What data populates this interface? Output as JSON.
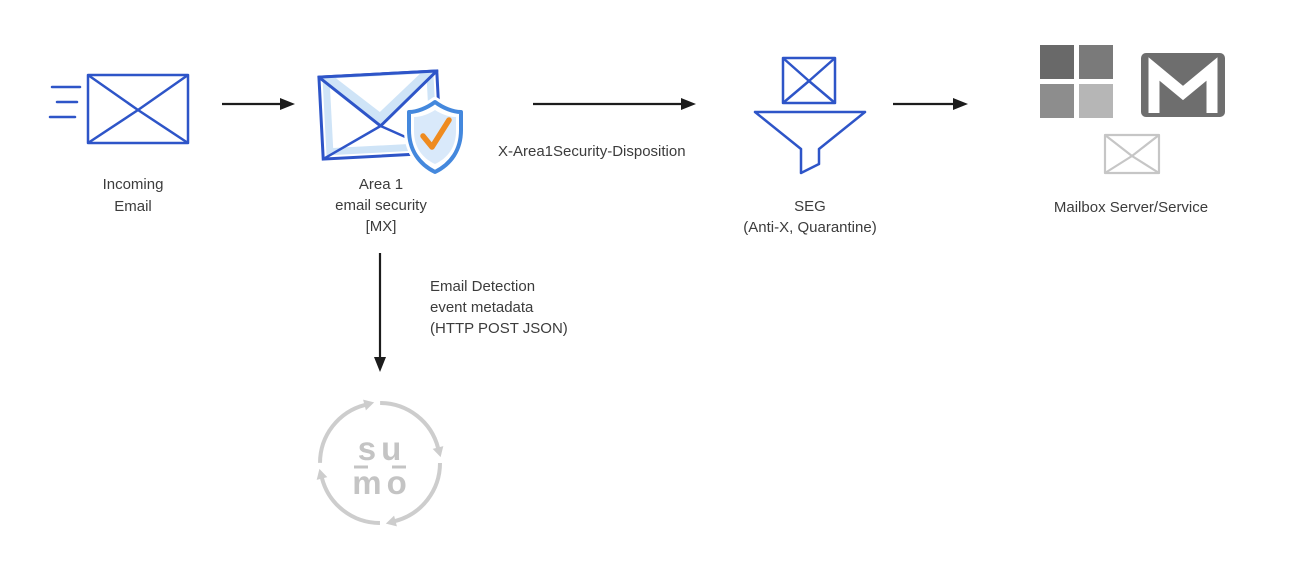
{
  "nodes": {
    "incoming_email": {
      "label_line1": "Incoming",
      "label_line2": "Email"
    },
    "area1": {
      "label_line1": "Area 1",
      "label_line2": "email security",
      "label_line3": "[MX]"
    },
    "seg": {
      "label_line1": "SEG",
      "label_line2": "(Anti-X, Quarantine)"
    },
    "mailbox": {
      "label": "Mailbox Server/Service"
    },
    "sumo_logic": {
      "wordmark_row1": "su",
      "wordmark_row2": "mo"
    }
  },
  "edges": {
    "area1_to_seg_label": "X-Area1Security-Disposition",
    "area1_to_sumo_label_line1": "Email Detection",
    "area1_to_sumo_label_line2": "event metadata",
    "area1_to_sumo_label_line3": "(HTTP POST JSON)"
  },
  "colors": {
    "envelope_blue": "#2e55c8",
    "envelope_light_blue": "#cfe4f7",
    "shield_outline_blue": "#4488dd",
    "check_orange": "#ef8b1f",
    "arrow_black": "#1c1c1c",
    "microsoft_gray_top_left": "#696969",
    "microsoft_gray_top_right": "#7a7a7a",
    "microsoft_gray_bottom_left": "#8d8d8d",
    "microsoft_gray_bottom_right": "#b6b6b6",
    "mail_icon_gray": "#6e6e6e",
    "small_envelope_gray": "#c6c6c6",
    "sumo_gray": "#c9c9c9",
    "label_text": "#3c3c3c"
  }
}
